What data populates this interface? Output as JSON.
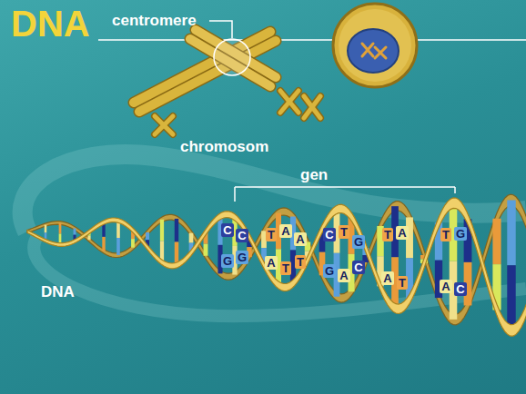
{
  "diagram": {
    "title": "DNA",
    "labels": [
      "centromere",
      "chromosom",
      "gen",
      "DNA",
      "C",
      "G",
      "C",
      "G",
      "T",
      "A",
      "A",
      "T",
      "A",
      "T",
      "C",
      "G",
      "T",
      "A",
      "G",
      "C",
      "T",
      "A",
      "A",
      "T",
      "T",
      "A",
      "G",
      "C"
    ]
  }
}
